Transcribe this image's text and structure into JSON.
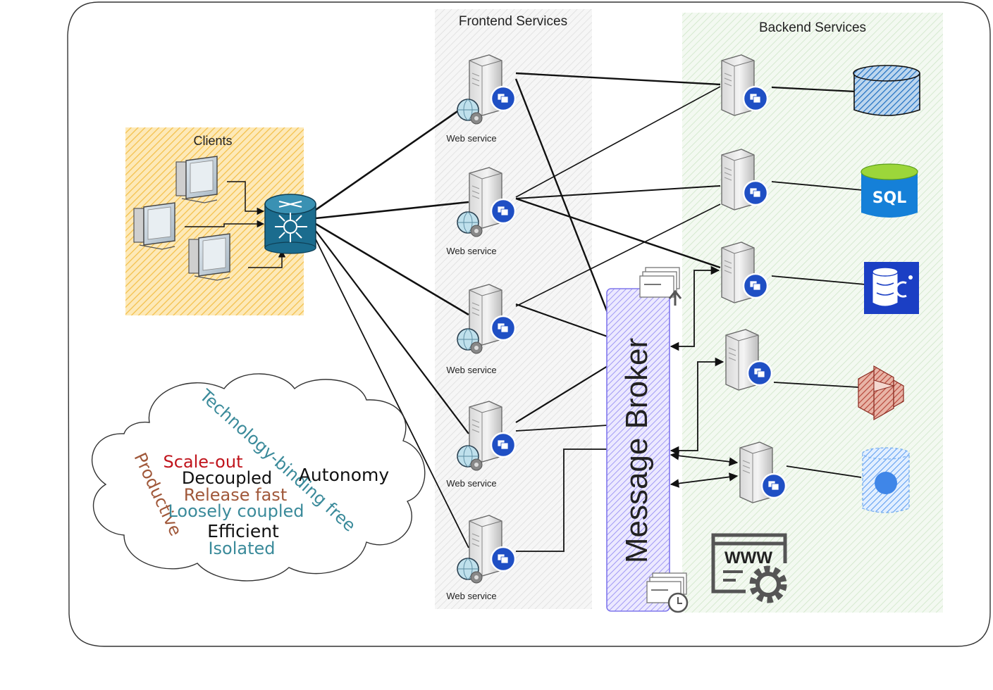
{
  "groups": {
    "clients": "Clients",
    "frontend": "Frontend Services",
    "backend": "Backend Services"
  },
  "web_service_label": "Web service",
  "message_broker": "Message Broker",
  "sql_label": "SQL",
  "www_label": "WWW",
  "cloud_words": {
    "technology": "Technology-binding free",
    "scale_out": "Scale-out",
    "decoupled": "Decoupled",
    "autonomy": "Autonomy",
    "release_fast": "Release fast",
    "productive": "Productive",
    "loosely_coupled": "Loosely coupled",
    "efficient": "Efficient",
    "isolated": "Isolated"
  },
  "colors": {
    "clients_fill": "#f6c24a",
    "frontend_fill": "#d9d9d9",
    "backend_fill": "#b9dcb0",
    "broker_fill": "#7a6ff0",
    "router": "#1b6c8e",
    "badge": "#1f4fc4",
    "word_red": "#c0141c",
    "word_brown": "#a0583a",
    "word_teal": "#3a8a9a",
    "word_dark": "#111111"
  }
}
